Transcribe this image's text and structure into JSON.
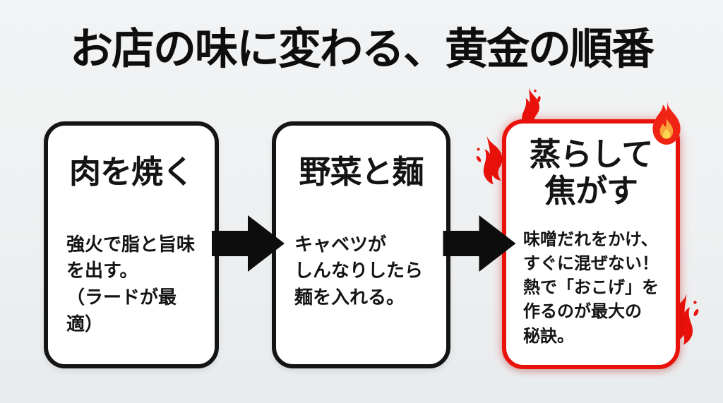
{
  "title": "お店の味に変わる、黄金の順番",
  "steps": [
    {
      "title": "肉を焼く",
      "body": "強火で脂と旨味\nを出す。\n（ラードが最適）",
      "highlighted": false
    },
    {
      "title": "野菜と麺",
      "body": "キャベツが\nしんなりしたら\n麺を入れる。",
      "highlighted": false
    },
    {
      "title": "蒸らして\n焦がす",
      "body": "味噌だれをかけ、\nすぐに混ぜない！\n熱で「おこげ」を\n作るのが最大の\n秘訣。",
      "highlighted": true
    }
  ],
  "icons": {
    "arrow": "right-arrow-icon",
    "fire": "fire-emoji-icon",
    "decorations": [
      "flame-decoration-icon",
      "flame-decoration-icon",
      "flame-decoration-icon"
    ]
  },
  "colors": {
    "background": "#eef0f1",
    "card_background": "#ffffff",
    "card_border": "#141414",
    "highlight_red": "#e8120b",
    "text": "#141414",
    "flame_orange": "#f9a13a",
    "flame_yellow": "#fcd64e"
  }
}
